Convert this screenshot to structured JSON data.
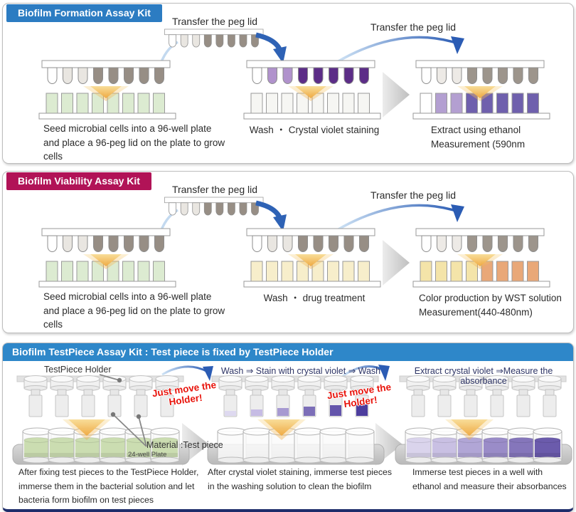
{
  "colors": {
    "p1_header": "#2c7cc2",
    "p2_header": "#b11357",
    "p3_header": "#2e87c9",
    "p3_bottom": "#1e2d6b",
    "red_note": "#e8140c",
    "navy_step": "#2e3566",
    "arrow_blue": "#2b5cb4",
    "arrow_blue_light": "#c3d9ef",
    "green_well": "#dcebd1",
    "purple_peg_light": "#b092cc",
    "purple_peg_dark": "#5c2d87",
    "purple_well_light": "#b39fd1",
    "purple_well_dark": "#6f60ad",
    "yellow_well_pale": "#f7eecb",
    "wst_yellow": "#f4e4a9",
    "wst_orange": "#e9a878",
    "gray_peg": "#978e85",
    "light_peg": "#e9e6e1"
  },
  "p1": {
    "title": "Biofilm Formation Assay Kit",
    "transfer1": "Transfer the peg lid",
    "transfer2": "Transfer the peg lid",
    "caption1": "Seed microbial cells into a 96-well plate\nand place a 96-peg lid on the plate to grow\ncells",
    "caption2": "Wash ・ Crystal violet staining",
    "caption3": "Extract using ethanol\nMeasurement (590nm",
    "fig": {
      "transfer": {
        "pegs": [
          "#ffffff",
          "#e9e6e1",
          "#e9e6e1",
          "#978e85",
          "#978e85",
          "#978e85",
          "#978e85",
          "#978e85"
        ]
      },
      "s1": {
        "pegs": [
          "#ffffff",
          "#e9e6e1",
          "#e9e6e1",
          "#978e85",
          "#978e85",
          "#978e85",
          "#978e85",
          "#978e85"
        ],
        "wells": [
          "#dcebd1",
          "#dcebd1",
          "#dcebd1",
          "#dcebd1",
          "#dcebd1",
          "#dcebd1",
          "#dcebd1",
          "#dcebd1"
        ]
      },
      "s2": {
        "pegs": [
          "#ffffff",
          "#b092cc",
          "#b092cc",
          "#5c2d87",
          "#5c2d87",
          "#5c2d87",
          "#5c2d87",
          "#5c2d87"
        ],
        "wells": [
          "#f6f6f3",
          "#f6f6f3",
          "#f6f6f3",
          "#f6f6f3",
          "#f6f6f3",
          "#f6f6f3",
          "#f6f6f3",
          "#f6f6f3"
        ]
      },
      "s3": {
        "pegs": [
          "#ffffff",
          "#edeae6",
          "#edeae6",
          "#9d958c",
          "#9d958c",
          "#9d958c",
          "#9d958c",
          "#9d958c"
        ],
        "wells": [
          "#ffffff",
          "#b39fd1",
          "#b39fd1",
          "#6f60ad",
          "#6f60ad",
          "#6f60ad",
          "#6f60ad",
          "#6f60ad"
        ]
      }
    }
  },
  "p2": {
    "title": "Biofilm Viability Assay Kit",
    "transfer1": "Transfer the peg lid",
    "transfer2": "Transfer the peg lid",
    "caption1": "Seed microbial cells into a 96-well plate\nand place a 96-peg lid on the plate to grow\ncells",
    "caption2": "Wash ・ drug treatment",
    "caption3": "Color production by WST solution\nMeasurement(440-480nm)",
    "fig": {
      "transfer": {
        "pegs": [
          "#ffffff",
          "#e9e6e1",
          "#e9e6e1",
          "#978e85",
          "#978e85",
          "#978e85",
          "#978e85",
          "#978e85"
        ]
      },
      "s1": {
        "pegs": [
          "#ffffff",
          "#e9e6e1",
          "#e9e6e1",
          "#978e85",
          "#978e85",
          "#978e85",
          "#978e85",
          "#978e85"
        ],
        "wells": [
          "#dcebd1",
          "#dcebd1",
          "#dcebd1",
          "#dcebd1",
          "#dcebd1",
          "#dcebd1",
          "#dcebd1",
          "#dcebd1"
        ]
      },
      "s2": {
        "pegs": [
          "#ffffff",
          "#e9e6e1",
          "#e9e6e1",
          "#978e85",
          "#978e85",
          "#978e85",
          "#978e85",
          "#978e85"
        ],
        "wells": [
          "#f7eecb",
          "#f7eecb",
          "#f7eecb",
          "#f7eecb",
          "#f7eecb",
          "#f7eecb",
          "#f7eecb",
          "#f7eecb"
        ]
      },
      "s3": {
        "pegs": [
          "#ffffff",
          "#edeae6",
          "#edeae6",
          "#9d958c",
          "#9d958c",
          "#9d958c",
          "#9d958c",
          "#9d958c"
        ],
        "wells": [
          "#f4e4a9",
          "#f4e4a9",
          "#f4e4a9",
          "#f4e4a9",
          "#e9a878",
          "#e9a878",
          "#e9a878",
          "#e9a878"
        ]
      }
    }
  },
  "p3": {
    "title": "Biofilm TestPiece Assay Kit : Test piece is fixed by TestPiece Holder",
    "label_holder": "TestPiece Holder",
    "label_material": "Material :Test piece",
    "label_plate": "24-well Plate",
    "note1": "Just move the\nHolder!",
    "note2": "Just move the\nHolder!",
    "step1": "Wash ⇒ Stain with crystal violet ⇒ Wash",
    "step2": "Extract crystal violet ⇒Measure the absorbance",
    "caption1": "After fixing test pieces to the TestPiece Holder,\nimmerse them in the bacterial solution and let\nbacteria form biofilm on test pieces",
    "caption2": "After crystal violet staining, immerse test pieces\nin the washing solution to clean the biofilm",
    "caption3": "Immerse test pieces in a well with\nethanol and measure their absorbances",
    "fig": {
      "s1": {
        "pieces": [
          null,
          null,
          null,
          null,
          null,
          null
        ],
        "cyls": [
          "#cbddb1",
          "#cbddb1",
          "#cbddb1",
          "#cbddb1",
          "#cbddb1",
          "#cbddb1"
        ]
      },
      "s2": {
        "pieces": [
          {
            "c": "#ded9f0",
            "h": 7
          },
          {
            "c": "#c6bce4",
            "h": 9
          },
          {
            "c": "#a79ad1",
            "h": 11
          },
          {
            "c": "#7c6eb8",
            "h": 13
          },
          {
            "c": "#6354ab",
            "h": 15
          },
          {
            "c": "#4c3d9d",
            "h": 16
          }
        ],
        "cyls": [
          null,
          null,
          null,
          null,
          null,
          null
        ]
      },
      "s3": {
        "pieces": [
          null,
          null,
          null,
          null,
          null,
          null
        ],
        "cyls": [
          "#dad4ec",
          "#c9c0e3",
          "#b1a6d6",
          "#9a8cc8",
          "#8576bb",
          "#6b5bac"
        ]
      }
    }
  }
}
